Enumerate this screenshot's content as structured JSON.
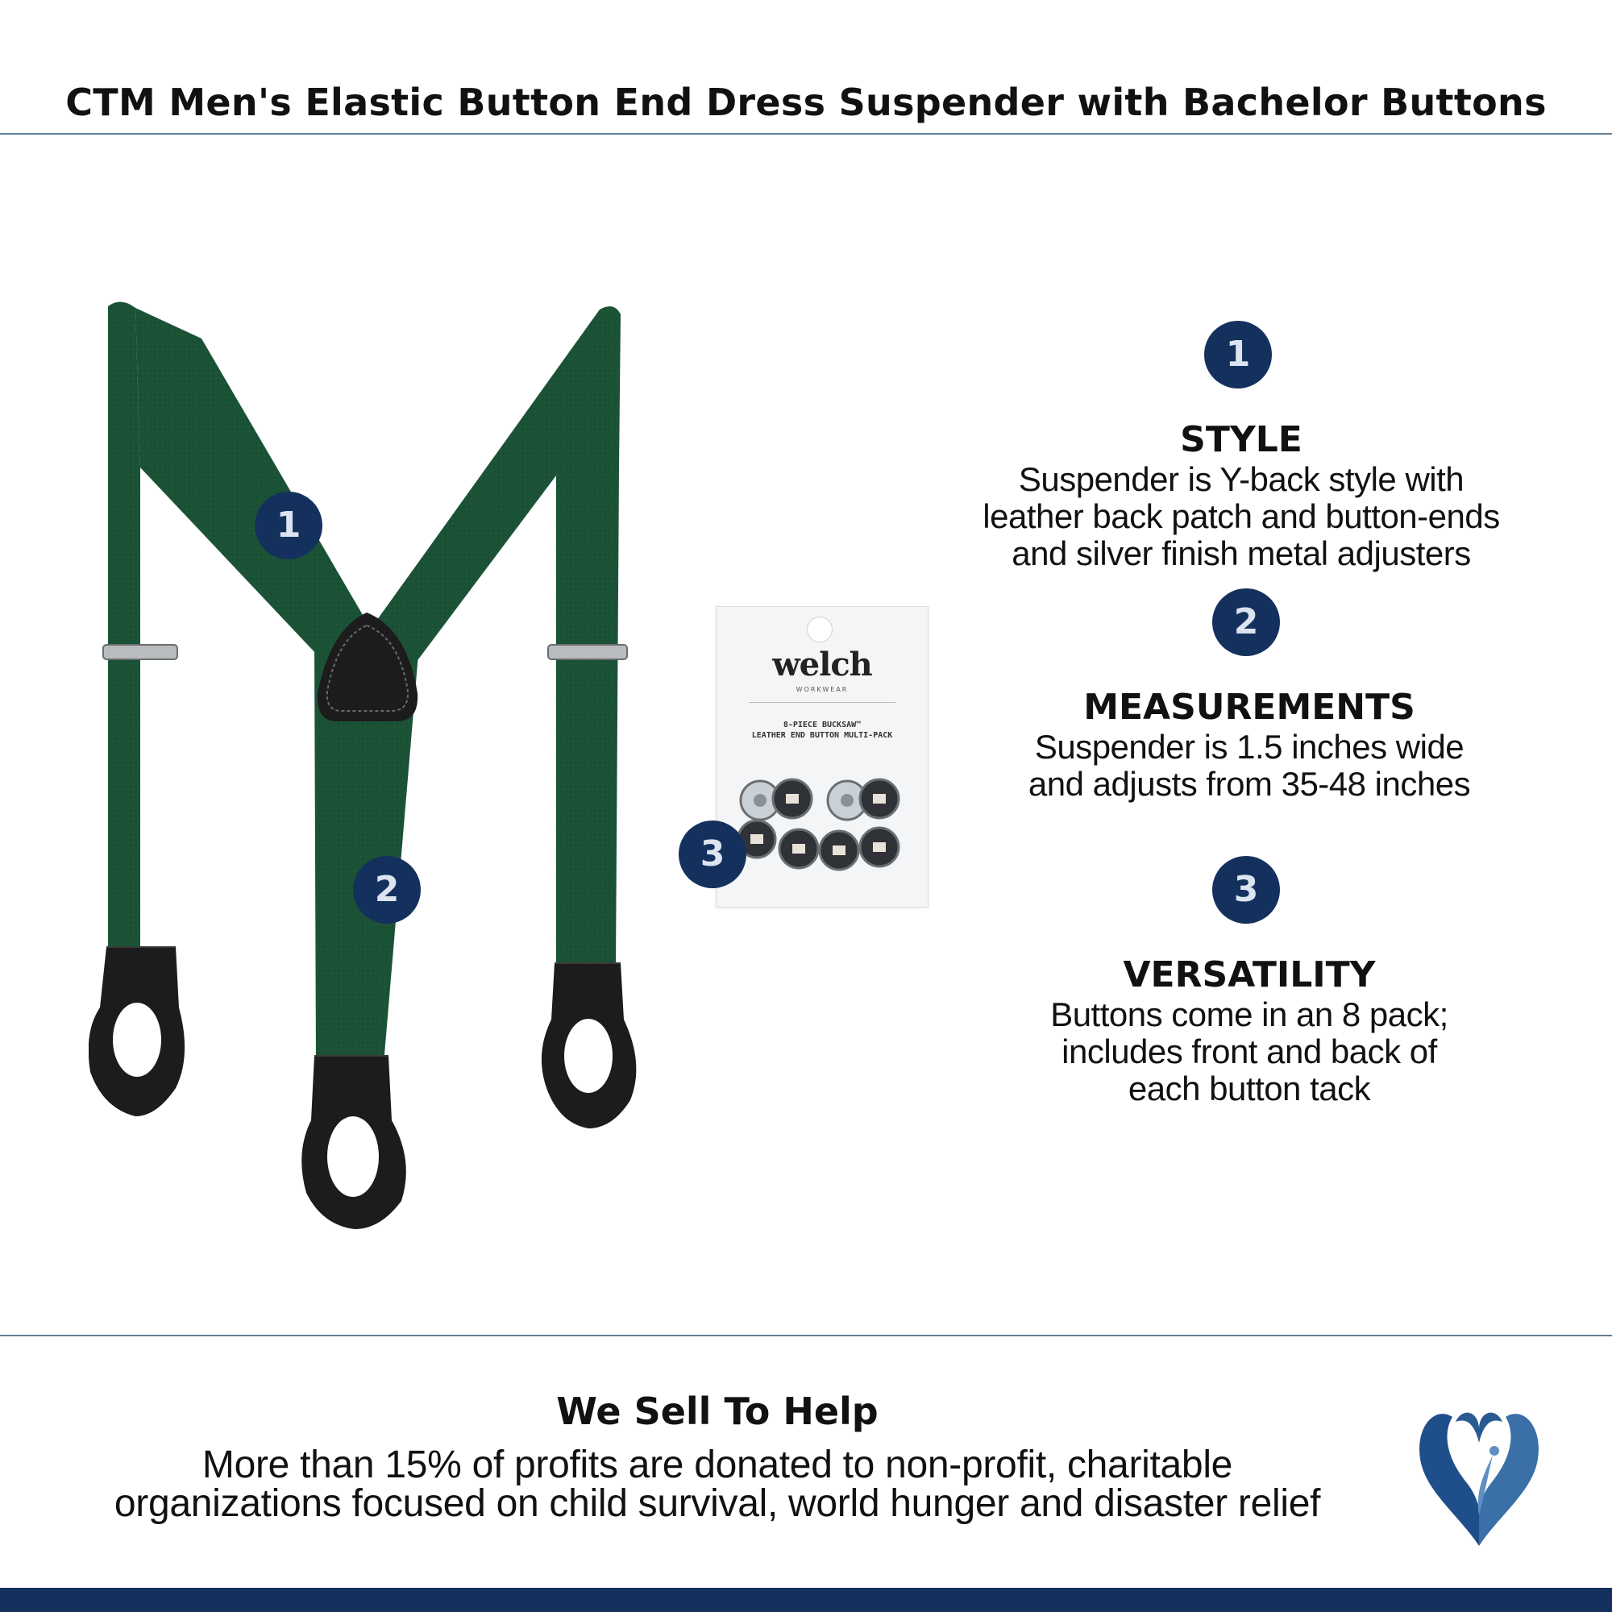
{
  "title": "CTM Men's Elastic Button End Dress Suspender with Bachelor Buttons",
  "image_badges": [
    "1",
    "2",
    "3"
  ],
  "button_pack": {
    "brand": "welch",
    "brand_sub": "WORKWEAR",
    "desc_line1": "8-PIECE BUCKSAW™",
    "desc_line2": "LEATHER END BUTTON MULTI-PACK"
  },
  "features": [
    {
      "number": "1",
      "heading": "STYLE",
      "lines": [
        "Suspender is Y-back style with",
        "leather back patch and button-ends",
        "and silver finish metal adjusters"
      ]
    },
    {
      "number": "2",
      "heading": "MEASUREMENTS",
      "lines": [
        "Suspender is 1.5 inches wide",
        "and adjusts from 35-48 inches"
      ]
    },
    {
      "number": "3",
      "heading": "VERSATILITY",
      "lines": [
        "Buttons come in an 8 pack;",
        "includes front and back of",
        "each button tack"
      ]
    }
  ],
  "we_sell": {
    "title": "We Sell To Help",
    "line1": "More than 15% of profits are donated to non-profit, charitable",
    "line2": "organizations focused on child survival, world hunger and disaster relief"
  },
  "colors": {
    "badge": "#14315e",
    "strap": "#1b5236",
    "leather": "#1c1c1c",
    "footer": "#13315c",
    "rule": "#5f7f96",
    "logo": "#2a5a92"
  },
  "icons": [
    "suspender-image",
    "button-pack-image",
    "heart-hands-logo-icon"
  ]
}
